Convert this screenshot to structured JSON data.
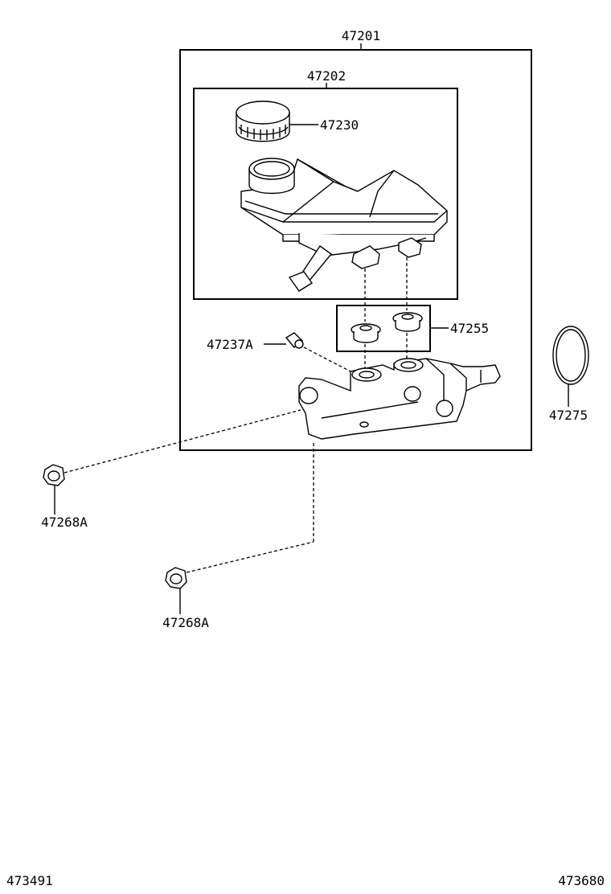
{
  "labels": {
    "assembly": "47201",
    "reservoir": "47202",
    "cap": "47230",
    "grommet_set": "47255",
    "bleeder": "47237A",
    "o_ring": "47275",
    "nut_upper": "47268A",
    "nut_lower": "47268A"
  },
  "footer": {
    "left_code": "473491",
    "right_code": "473680"
  }
}
